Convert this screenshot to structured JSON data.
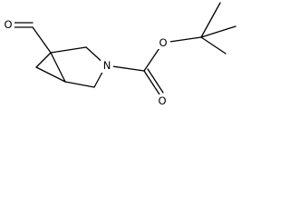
{
  "molecule": {
    "atoms": {
      "aldehyde_oxygen": "O",
      "ring_nitrogen": "N",
      "ester_oxygen": "O",
      "carbonyl_oxygen": "O"
    }
  },
  "colors": {
    "bond": "#000000",
    "label": "#000000",
    "background": "#ffffff"
  }
}
